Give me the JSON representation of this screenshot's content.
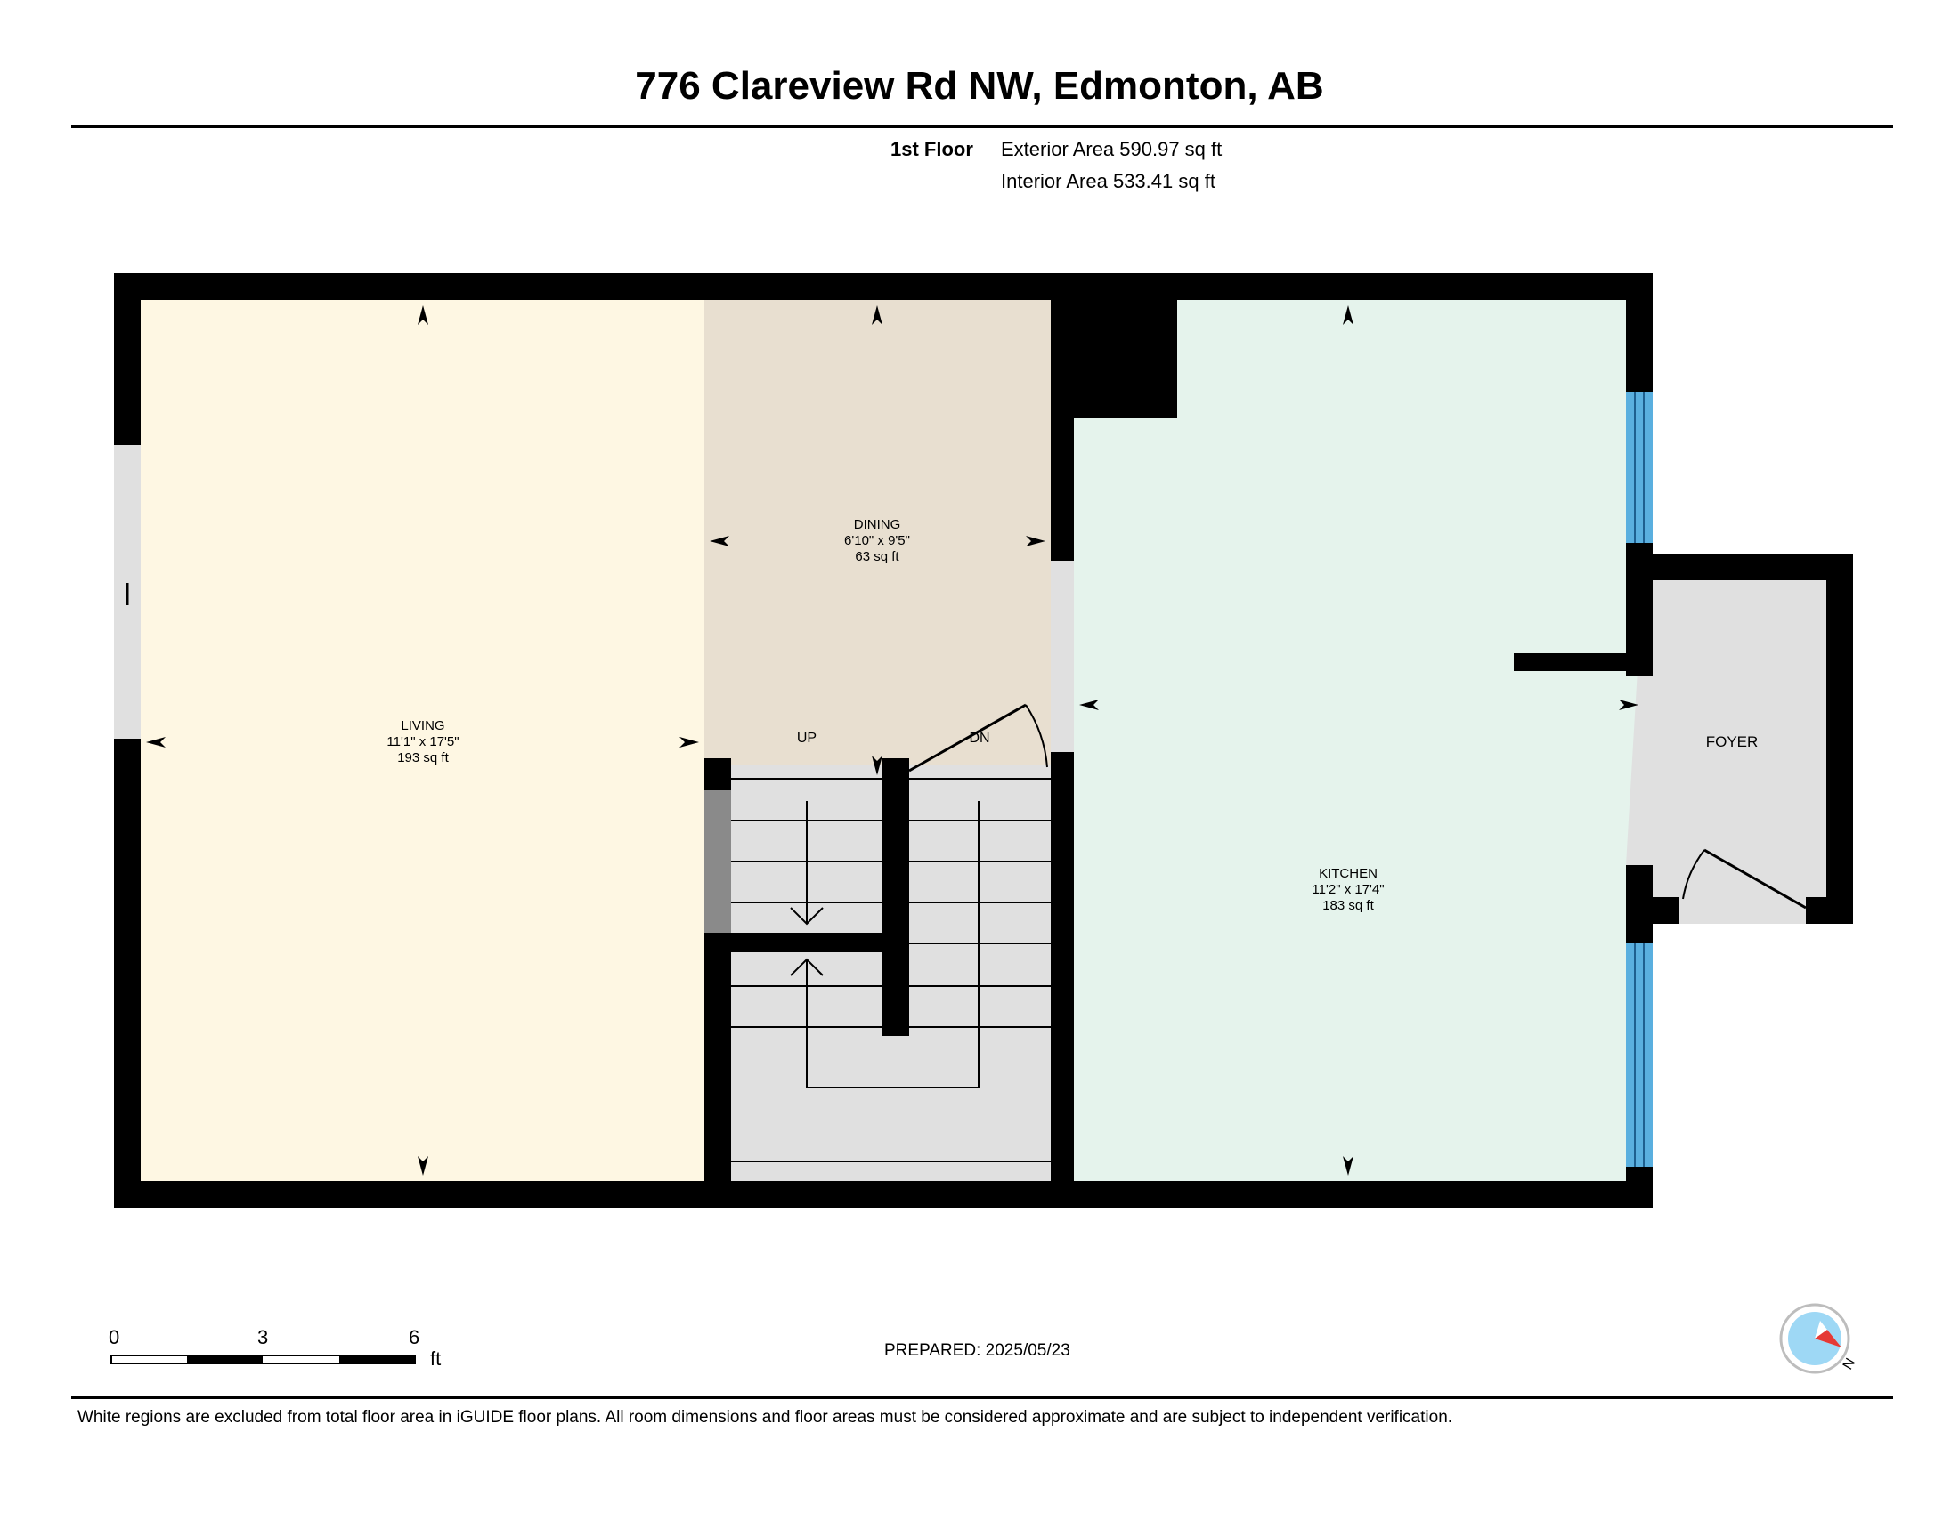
{
  "header": {
    "address": "776 Clareview Rd NW, Edmonton, AB",
    "floor": "1st Floor",
    "exterior_area": "Exterior Area 590.97 sq ft",
    "interior_area": "Interior Area 533.41 sq ft"
  },
  "rooms": {
    "living": {
      "name": "LIVING",
      "dims": "11'1\" x 17'5\"",
      "area": "193 sq ft",
      "color": "#FEF7E3"
    },
    "dining": {
      "name": "DINING",
      "dims": "6'10\" x 9'5\"",
      "area": "63 sq ft",
      "color": "#E8DFD0"
    },
    "kitchen": {
      "name": "KITCHEN",
      "dims": "11'2\" x 17'4\"",
      "area": "183 sq ft",
      "color": "#E5F3EC"
    },
    "foyer": {
      "name": "FOYER",
      "color": "#E0E0E0"
    }
  },
  "stairs": {
    "up_label": "UP",
    "down_label": "DN",
    "color": "#E0E0E0"
  },
  "colors": {
    "wall": "#000000",
    "window": "#5AAFDF",
    "opening": "#E0E0E0"
  },
  "scale_bar": {
    "labels": [
      "0",
      "3",
      "6"
    ],
    "unit": "ft"
  },
  "footer": {
    "prepared": "PREPARED: 2025/05/23",
    "disclaimer": "White regions are excluded from total floor area in iGUIDE floor plans. All room dimensions and floor areas must be considered approximate and are subject to independent verification."
  },
  "compass": {
    "direction_label": "N"
  }
}
